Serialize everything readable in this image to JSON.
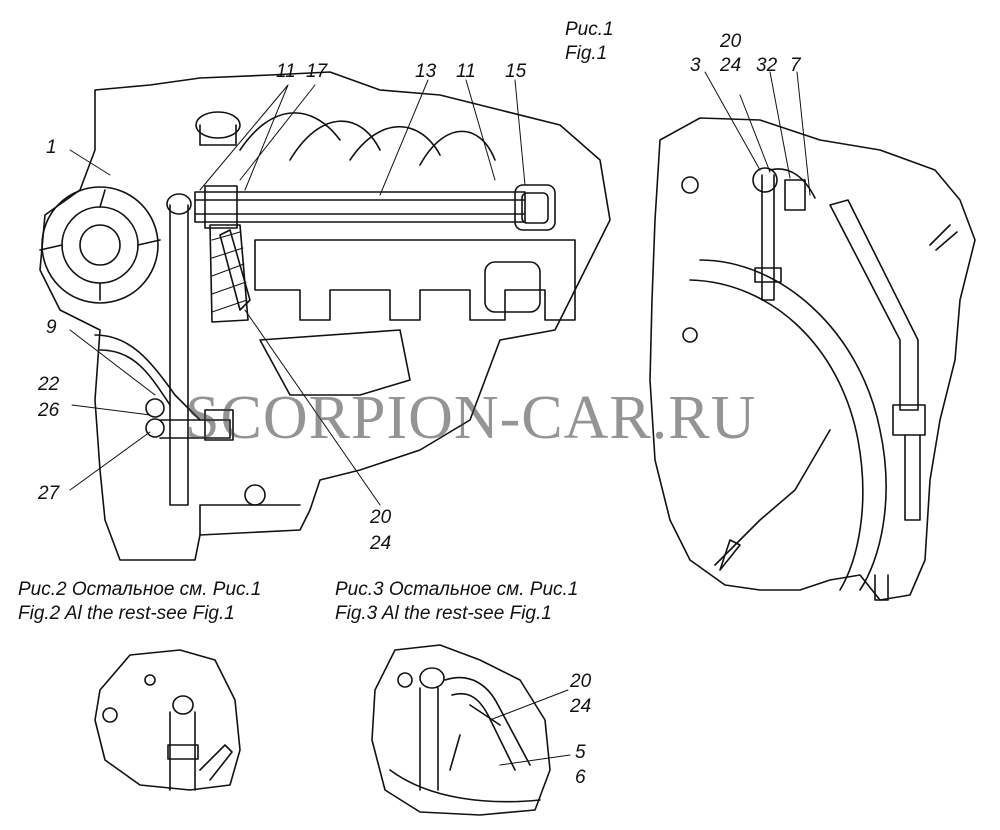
{
  "figures": {
    "fig1": {
      "caption_ru": "Рис.1",
      "caption_en": "Fig.1"
    },
    "fig2": {
      "caption_ru": "Рис.2 Остальное см. Рис.1",
      "caption_en": "Fig.2 Al the rest-see Fig.1"
    },
    "fig3": {
      "caption_ru": "Рис.3 Остальное см. Рис.1",
      "caption_en": "Fig.3 Al the rest-see Fig.1"
    }
  },
  "callouts": {
    "c1": "1",
    "c9": "9",
    "c22": "22",
    "c26": "26",
    "c27": "27",
    "c11a": "11",
    "c17": "17",
    "c13": "13",
    "c11b": "11",
    "c15": "15",
    "c20a": "20",
    "c24a": "24",
    "c20b": "20",
    "c3": "3",
    "c24b": "24",
    "c32": "32",
    "c7": "7",
    "c20c": "20",
    "c24c": "24",
    "c5": "5",
    "c6": "6"
  },
  "watermark": "SCORPION-CAR.RU",
  "colors": {
    "ink": "#111111",
    "background": "#ffffff"
  }
}
